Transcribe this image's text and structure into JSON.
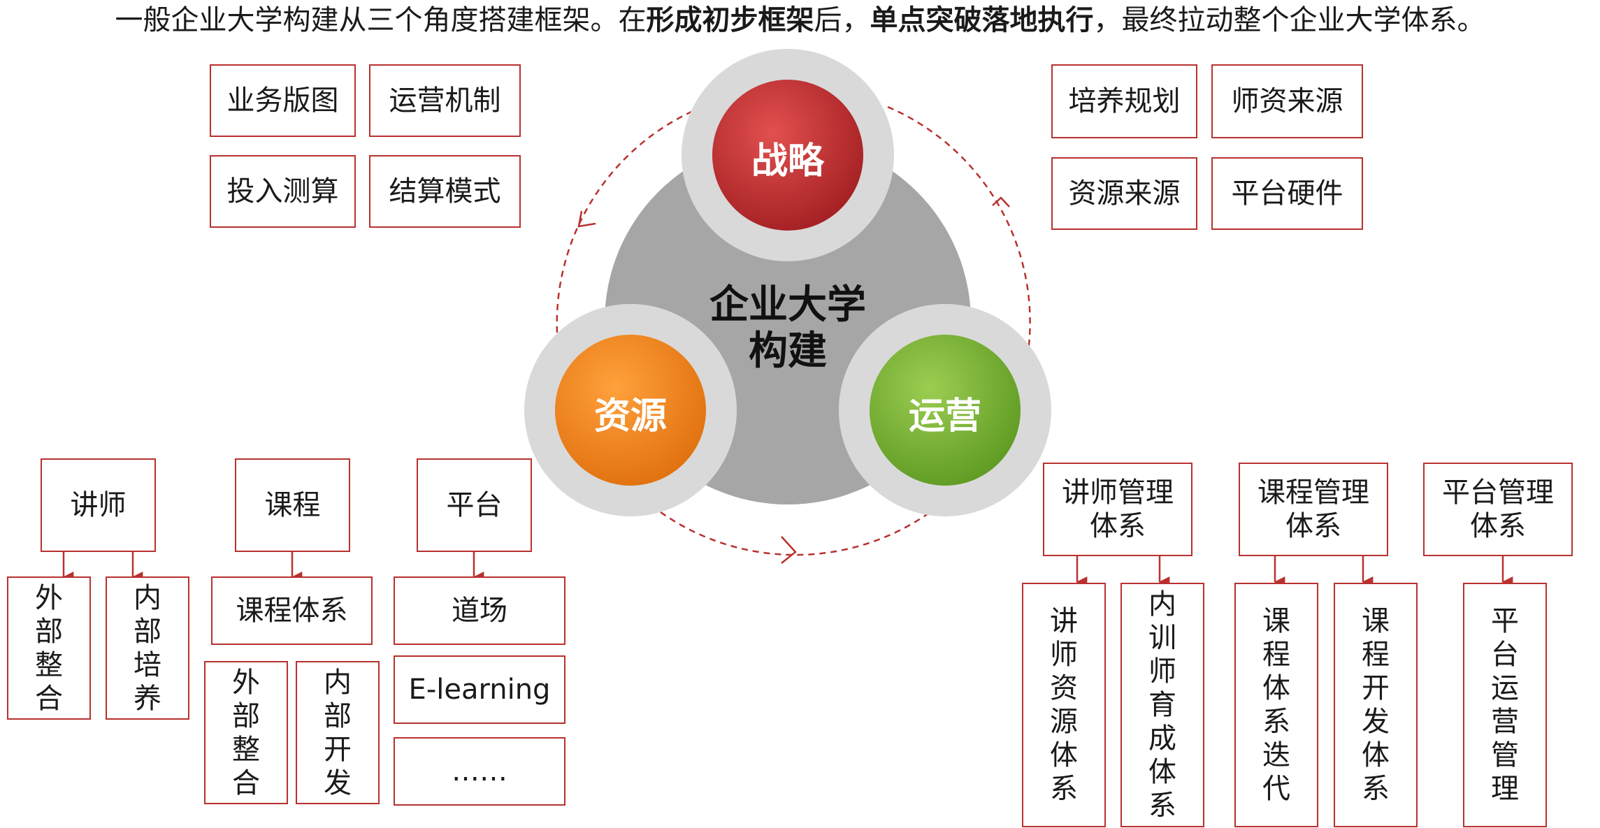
{
  "title": {
    "part1": "一般企业大学构建从三个角度搭建框架。在",
    "bold1": "形成初步框架",
    "part2": "后，",
    "bold2": "单点突破落地执行",
    "part3": "，最终拉动整个企业大学体系。"
  },
  "center": {
    "line1": "企业大学",
    "line2": "构建"
  },
  "circles": {
    "strategy": "战略",
    "resource": "资源",
    "operation": "运营"
  },
  "strategy_left": [
    "业务版图",
    "运营机制",
    "投入测算",
    "结算模式"
  ],
  "strategy_right": [
    "培养规划",
    "师资来源",
    "资源来源",
    "平台硬件"
  ],
  "resource": {
    "lecturer": {
      "label": "讲师",
      "children": [
        "外部整合",
        "内部培养"
      ]
    },
    "course": {
      "label": "课程",
      "system": "课程体系",
      "children": [
        "外部整合",
        "内部开发"
      ]
    },
    "platform": {
      "label": "平台",
      "children": [
        "道场",
        "E-learning",
        "……"
      ]
    }
  },
  "operation": {
    "lecturer_mgmt": {
      "label": "讲师管理体系",
      "children": [
        "讲师资源体系",
        "内训师育成体系"
      ]
    },
    "course_mgmt": {
      "label": "课程管理体系",
      "children": [
        "课程体系迭代",
        "课程开发体系"
      ]
    },
    "platform_mgmt": {
      "label": "平台管理体系",
      "children": [
        "平台运营管理"
      ]
    }
  },
  "colors": {
    "accent": "#b8312f",
    "strategy": "#c0272d",
    "resource": "#f07f1a",
    "operation": "#7fb338",
    "hub": "#a6a6a6"
  }
}
